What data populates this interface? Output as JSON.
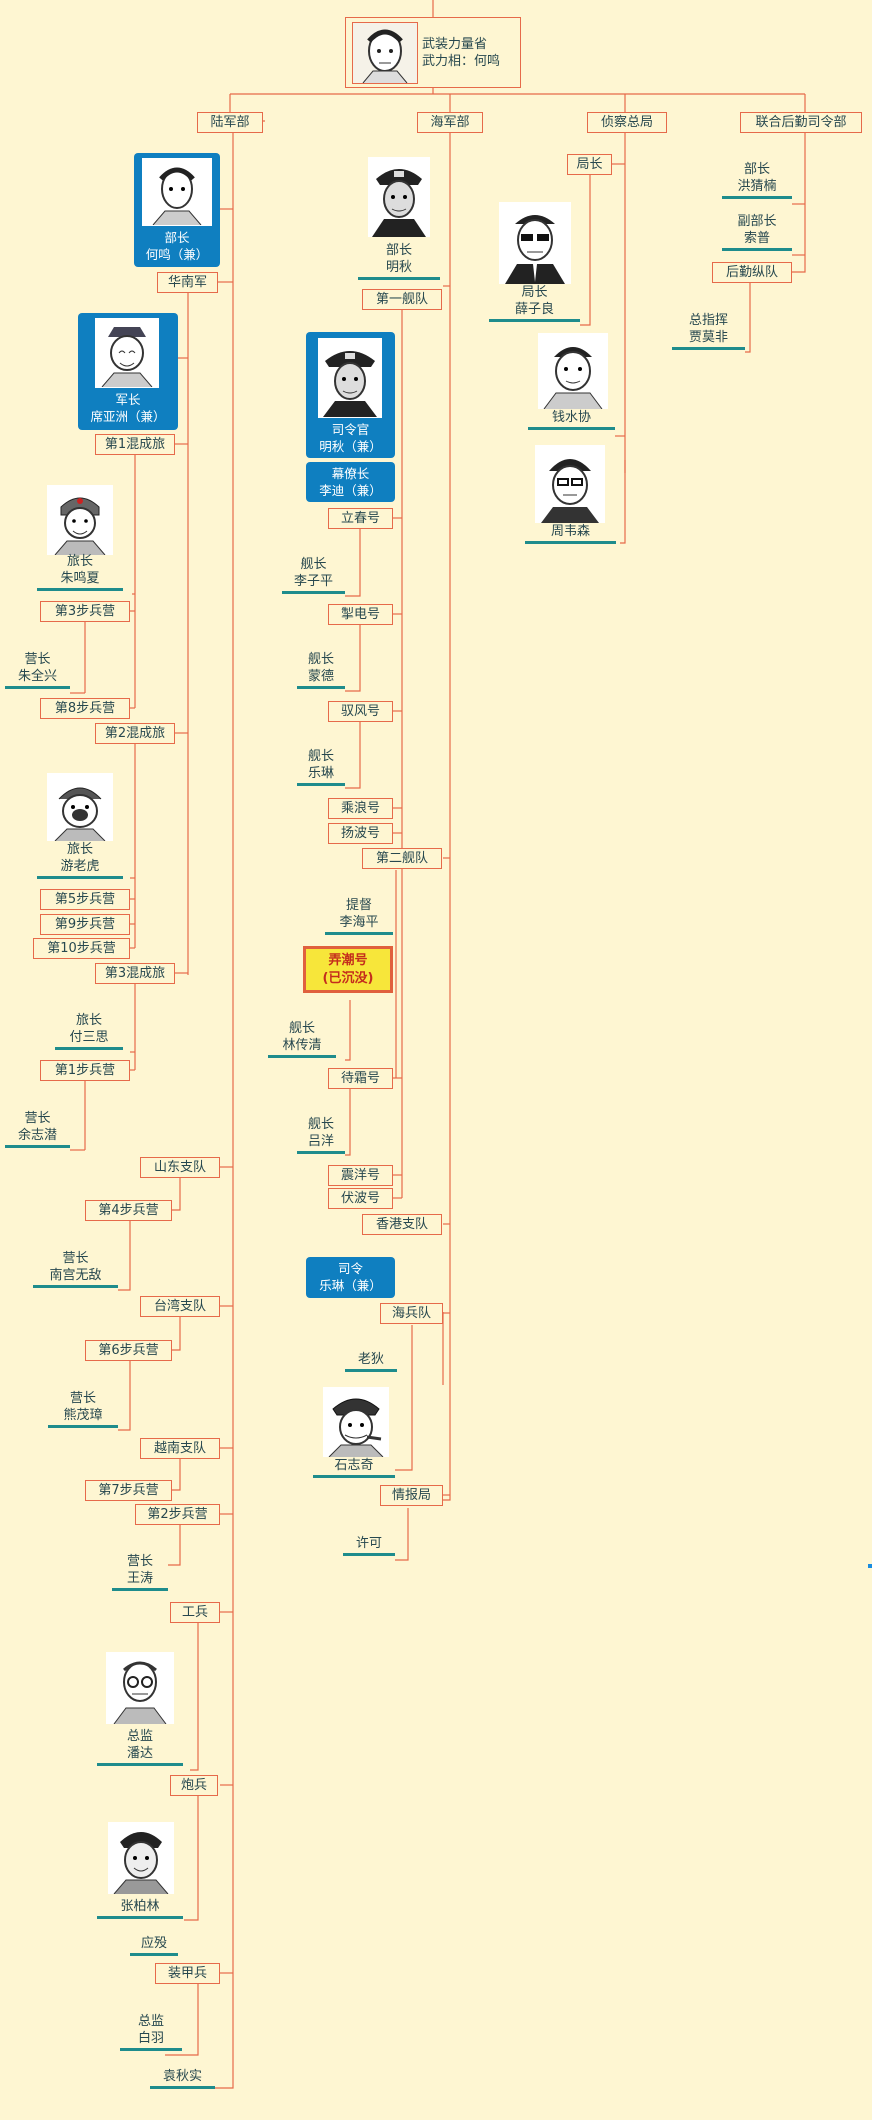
{
  "root": {
    "line1": "武装力量省",
    "line2": "武力相：何鸣"
  },
  "departments": {
    "army": "陆军部",
    "navy": "海军部",
    "intel": "侦察总局",
    "logistics": "联合后勤司令部"
  },
  "army": {
    "minister": {
      "title": "部长",
      "name": "何鸣（兼）"
    },
    "huanan": "华南军",
    "commander": {
      "title": "军长",
      "name": "席亚洲（兼）"
    },
    "mixed1": "第1混成旅",
    "brig1": {
      "title": "旅长",
      "name": "朱鸣夏"
    },
    "bat3": "第3步兵营",
    "bat3_cmd": {
      "title": "营长",
      "name": "朱全兴"
    },
    "bat8": "第8步兵营",
    "mixed2": "第2混成旅",
    "brig2": {
      "title": "旅长",
      "name": "游老虎"
    },
    "bat5": "第5步兵营",
    "bat9": "第9步兵营",
    "bat10": "第10步兵营",
    "mixed3": "第3混成旅",
    "brig3": {
      "title": "旅长",
      "name": "付三思"
    },
    "bat1": "第1步兵营",
    "bat1_cmd": {
      "title": "营长",
      "name": "余志潜"
    },
    "shandong": "山东支队",
    "bat4": "第4步兵营",
    "bat4_cmd": {
      "title": "营长",
      "name": "南宫无敌"
    },
    "taiwan": "台湾支队",
    "bat6": "第6步兵营",
    "bat6_cmd": {
      "title": "营长",
      "name": "熊茂璋"
    },
    "vietnam": "越南支队",
    "bat7": "第7步兵营",
    "bat2": "第2步兵营",
    "bat2_cmd": {
      "title": "营长",
      "name": "王涛"
    },
    "engineers": "工兵",
    "eng_inspector": {
      "title": "总监",
      "name": "潘达"
    },
    "artillery": "炮兵",
    "art_name": "张柏林",
    "art_name2": "应殁",
    "armor": "装甲兵",
    "armor_inspector": {
      "title": "总监",
      "name": "白羽"
    },
    "armor_name2": "袁秋实"
  },
  "navy": {
    "minister": {
      "title": "部长",
      "name": "明秋"
    },
    "fleet1": "第一舰队",
    "fleet1_cmdr": {
      "title": "司令官",
      "name": "明秋（兼）"
    },
    "chief_staff": {
      "title": "幕僚长",
      "name": "李迪（兼）"
    },
    "lichun": "立春号",
    "lichun_cap": {
      "title": "舰长",
      "name": "李子平"
    },
    "chedian": "掣电号",
    "chedian_cap": {
      "title": "舰长",
      "name": "蒙德"
    },
    "yufeng": "驭风号",
    "yufeng_cap": {
      "title": "舰长",
      "name": "乐琳"
    },
    "chenglang": "乘浪号",
    "yangbo": "扬波号",
    "fleet2": "第二舰队",
    "admiral": {
      "title": "提督",
      "name": "李海平"
    },
    "nongchao": {
      "line1": "弄潮号",
      "line2": "(已沉没)"
    },
    "nongchao_cap": {
      "title": "舰长",
      "name": "林传清"
    },
    "daishuang": "待霜号",
    "daishuang_cap": {
      "title": "舰长",
      "name": "吕洋"
    },
    "zhenyang": "震洋号",
    "fubo": "伏波号",
    "hk": "香港支队",
    "hk_cmdr": {
      "title": "司令",
      "name": "乐琳（兼）"
    },
    "marines": "海兵队",
    "marine1": "老狄",
    "marine2": "石志奇",
    "intel": "情报局",
    "intel1": "许可"
  },
  "intel": {
    "chief": "局长",
    "chief_person": {
      "title": "局长",
      "name": "薛子良"
    },
    "p2": "钱水协",
    "p3": "周韦森"
  },
  "logistics": {
    "minister": {
      "title": "部长",
      "name": "洪猜楠"
    },
    "deputy": {
      "title": "副部长",
      "name": "索普"
    },
    "corps": "后勤纵队",
    "commander": {
      "title": "总指挥",
      "name": "贾莫非"
    }
  },
  "colors": {
    "background": "#fef6d2",
    "line": "#e66a4a",
    "underline": "#1e8c8c",
    "box": "#0f7fc0",
    "sunk_fill": "#f7e63a"
  }
}
